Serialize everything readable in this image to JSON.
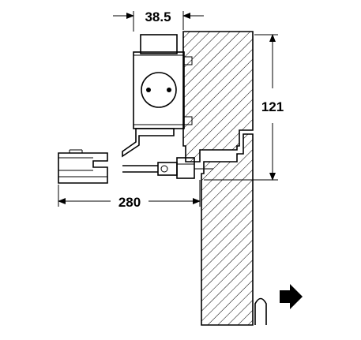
{
  "dimensions": {
    "width_top": "38.5",
    "height_right": "121",
    "length_bottom": "280"
  },
  "icons": {
    "direction_arrow": "arrow-right-icon"
  },
  "colors": {
    "line": "#000000",
    "background": "#ffffff",
    "arrow_fill": "#000000"
  }
}
